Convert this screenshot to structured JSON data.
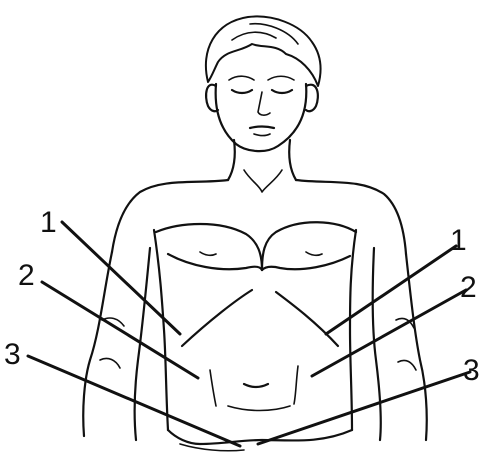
{
  "labels": {
    "left_upper": "1",
    "left_middle": "2",
    "left_lower": "3",
    "right_upper": "1",
    "right_middle": "2",
    "right_lower": "3"
  }
}
